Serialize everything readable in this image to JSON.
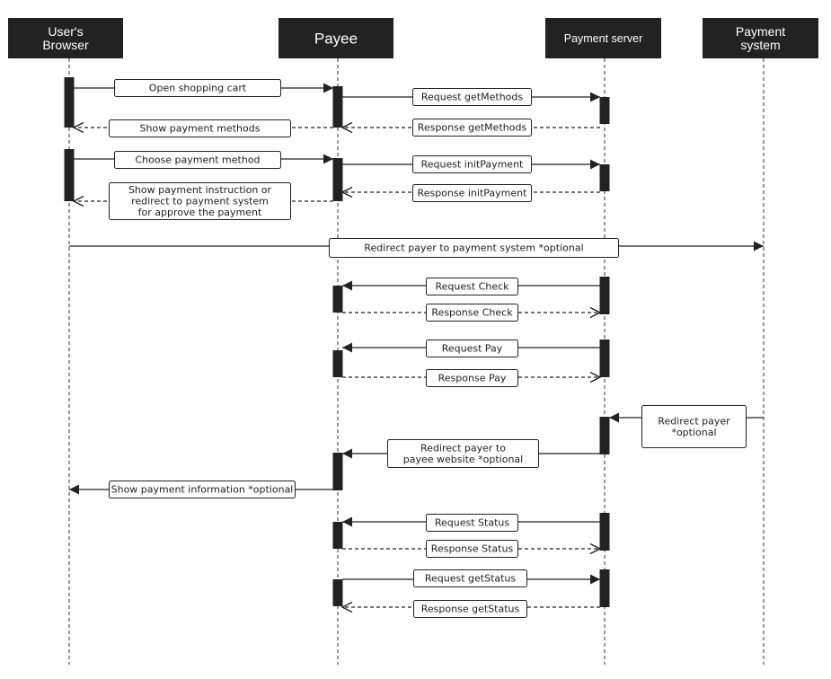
{
  "participants": [
    {
      "id": "browser",
      "lines": [
        "User's",
        "Browser"
      ]
    },
    {
      "id": "payee",
      "lines": [
        "Payee"
      ]
    },
    {
      "id": "server",
      "lines": [
        "Payment server"
      ]
    },
    {
      "id": "system",
      "lines": [
        "Payment",
        "system"
      ]
    }
  ],
  "messages": [
    {
      "id": "open-cart",
      "from": "browser",
      "to": "payee",
      "style": "solid",
      "lines": [
        "Open shopping cart"
      ]
    },
    {
      "id": "request-getmethods",
      "from": "payee",
      "to": "server",
      "style": "solid",
      "lines": [
        "Request getMethods"
      ]
    },
    {
      "id": "response-getmethods",
      "from": "server",
      "to": "payee",
      "style": "dashed",
      "lines": [
        "Response getMethods"
      ]
    },
    {
      "id": "show-methods",
      "from": "payee",
      "to": "browser",
      "style": "dashed",
      "lines": [
        "Show payment methods"
      ]
    },
    {
      "id": "choose-method",
      "from": "browser",
      "to": "payee",
      "style": "solid",
      "lines": [
        "Choose payment method"
      ]
    },
    {
      "id": "request-initpayment",
      "from": "payee",
      "to": "server",
      "style": "solid",
      "lines": [
        "Request initPayment"
      ]
    },
    {
      "id": "response-initpayment",
      "from": "server",
      "to": "payee",
      "style": "dashed",
      "lines": [
        "Response initPayment"
      ]
    },
    {
      "id": "show-instruction",
      "from": "payee",
      "to": "browser",
      "style": "dashed",
      "lines": [
        "Show payment instruction or",
        "redirect to payment system",
        "for approve the payment"
      ]
    },
    {
      "id": "redirect-to-system",
      "from": "browser",
      "to": "system",
      "style": "solid",
      "lines": [
        "Redirect payer to payment system *optional"
      ]
    },
    {
      "id": "request-check",
      "from": "server",
      "to": "payee",
      "style": "solid",
      "lines": [
        "Request Check"
      ]
    },
    {
      "id": "response-check",
      "from": "payee",
      "to": "server",
      "style": "dashed",
      "lines": [
        "Response Check"
      ]
    },
    {
      "id": "request-pay",
      "from": "server",
      "to": "payee",
      "style": "solid",
      "lines": [
        "Request Pay"
      ]
    },
    {
      "id": "response-pay",
      "from": "payee",
      "to": "server",
      "style": "dashed",
      "lines": [
        "Response Pay"
      ]
    },
    {
      "id": "redirect-payer",
      "from": "system",
      "to": "server",
      "style": "solid",
      "lines": [
        "Redirect payer",
        "*optional"
      ]
    },
    {
      "id": "redirect-to-payee",
      "from": "server",
      "to": "payee",
      "style": "solid",
      "lines": [
        "Redirect payer to",
        "payee website *optional"
      ]
    },
    {
      "id": "show-info",
      "from": "payee",
      "to": "browser",
      "style": "solid",
      "lines": [
        "Show payment information *optional"
      ]
    },
    {
      "id": "request-status",
      "from": "server",
      "to": "payee",
      "style": "solid",
      "lines": [
        "Request Status"
      ]
    },
    {
      "id": "response-status",
      "from": "payee",
      "to": "server",
      "style": "dashed",
      "lines": [
        "Response Status"
      ]
    },
    {
      "id": "request-getstatus",
      "from": "payee",
      "to": "server",
      "style": "solid",
      "lines": [
        "Request getStatus"
      ]
    },
    {
      "id": "response-getstatus",
      "from": "server",
      "to": "payee",
      "style": "dashed",
      "lines": [
        "Response getStatus"
      ]
    }
  ]
}
